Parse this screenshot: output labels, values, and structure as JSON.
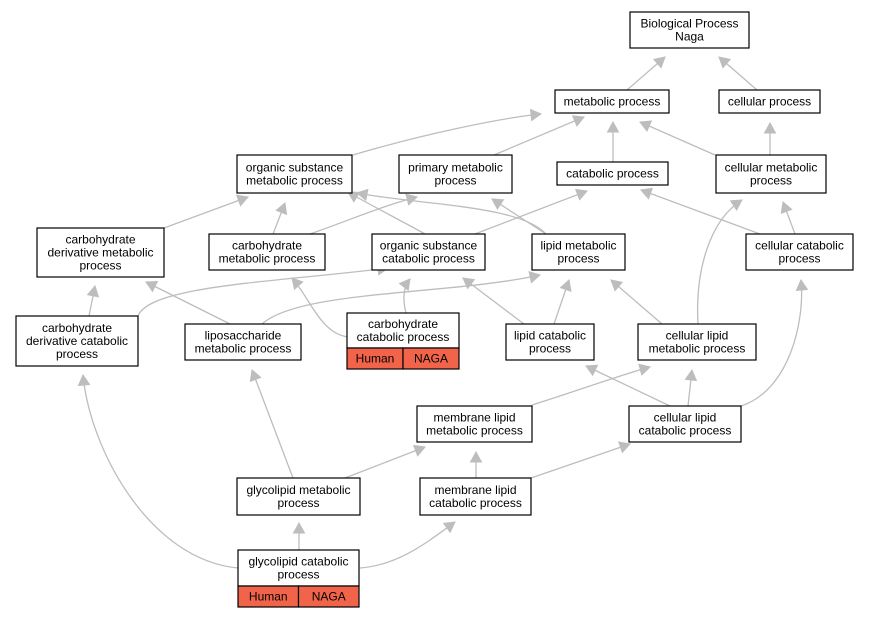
{
  "colors": {
    "edge": "#bdbdbd",
    "tag_fill": "#f2644a",
    "node_border": "#000000"
  },
  "nodes": {
    "root": {
      "lines": [
        "Biological Process",
        "Naga"
      ]
    },
    "metabolic": {
      "lines": [
        "metabolic process"
      ]
    },
    "cellular": {
      "lines": [
        "cellular process"
      ]
    },
    "org_subst_met": {
      "lines": [
        "organic substance",
        "metabolic process"
      ]
    },
    "primary_met": {
      "lines": [
        "primary metabolic",
        "process"
      ]
    },
    "catabolic": {
      "lines": [
        "catabolic process"
      ]
    },
    "cell_met": {
      "lines": [
        "cellular metabolic",
        "process"
      ]
    },
    "carb_deriv_met": {
      "lines": [
        "carbohydrate",
        "derivative metabolic",
        "process"
      ]
    },
    "carb_met": {
      "lines": [
        "carbohydrate",
        "metabolic process"
      ]
    },
    "org_subst_cat": {
      "lines": [
        "organic substance",
        "catabolic process"
      ]
    },
    "lipid_met": {
      "lines": [
        "lipid metabolic",
        "process"
      ]
    },
    "cell_cat": {
      "lines": [
        "cellular catabolic",
        "process"
      ]
    },
    "carb_deriv_cat": {
      "lines": [
        "carbohydrate",
        "derivative catabolic",
        "process"
      ]
    },
    "liposacch_met": {
      "lines": [
        "liposaccharide",
        "metabolic process"
      ]
    },
    "carb_cat": {
      "lines": [
        "carbohydrate",
        "catabolic process"
      ],
      "tags": [
        "Human",
        "NAGA"
      ]
    },
    "lipid_cat": {
      "lines": [
        "lipid catabolic",
        "process"
      ]
    },
    "cell_lipid_met": {
      "lines": [
        "cellular lipid",
        "metabolic process"
      ]
    },
    "membrane_lipid_met": {
      "lines": [
        "membrane lipid",
        "metabolic process"
      ]
    },
    "cell_lipid_cat": {
      "lines": [
        "cellular lipid",
        "catabolic process"
      ]
    },
    "glycolipid_met": {
      "lines": [
        "glycolipid metabolic",
        "process"
      ]
    },
    "membrane_lipid_cat": {
      "lines": [
        "membrane lipid",
        "catabolic process"
      ]
    },
    "glycolipid_cat": {
      "lines": [
        "glycolipid catabolic",
        "process"
      ],
      "tags": [
        "Human",
        "NAGA"
      ]
    }
  },
  "edges": [
    [
      "metabolic",
      "root"
    ],
    [
      "cellular",
      "root"
    ],
    [
      "org_subst_met",
      "metabolic"
    ],
    [
      "primary_met",
      "metabolic"
    ],
    [
      "catabolic",
      "metabolic"
    ],
    [
      "cell_met",
      "metabolic"
    ],
    [
      "cell_met",
      "cellular"
    ],
    [
      "carb_deriv_met",
      "org_subst_met"
    ],
    [
      "carb_met",
      "org_subst_met"
    ],
    [
      "carb_met",
      "primary_met"
    ],
    [
      "org_subst_cat",
      "org_subst_met"
    ],
    [
      "org_subst_cat",
      "catabolic"
    ],
    [
      "lipid_met",
      "org_subst_met"
    ],
    [
      "lipid_met",
      "primary_met"
    ],
    [
      "cell_cat",
      "catabolic"
    ],
    [
      "cell_cat",
      "cell_met"
    ],
    [
      "carb_deriv_cat",
      "carb_deriv_met"
    ],
    [
      "carb_deriv_cat",
      "org_subst_cat"
    ],
    [
      "liposacch_met",
      "carb_deriv_met"
    ],
    [
      "liposacch_met",
      "lipid_met"
    ],
    [
      "carb_cat",
      "carb_met"
    ],
    [
      "carb_cat",
      "org_subst_cat"
    ],
    [
      "lipid_cat",
      "org_subst_cat"
    ],
    [
      "lipid_cat",
      "lipid_met"
    ],
    [
      "cell_lipid_met",
      "lipid_met"
    ],
    [
      "cell_lipid_met",
      "cell_met"
    ],
    [
      "cell_lipid_cat",
      "lipid_cat"
    ],
    [
      "cell_lipid_cat",
      "cell_lipid_met"
    ],
    [
      "cell_lipid_cat",
      "cell_cat"
    ],
    [
      "membrane_lipid_met",
      "cell_lipid_met"
    ],
    [
      "glycolipid_met",
      "liposacch_met"
    ],
    [
      "glycolipid_met",
      "membrane_lipid_met"
    ],
    [
      "membrane_lipid_cat",
      "membrane_lipid_met"
    ],
    [
      "membrane_lipid_cat",
      "cell_lipid_cat"
    ],
    [
      "glycolipid_cat",
      "glycolipid_met"
    ],
    [
      "glycolipid_cat",
      "carb_deriv_cat"
    ],
    [
      "glycolipid_cat",
      "membrane_lipid_cat"
    ]
  ]
}
